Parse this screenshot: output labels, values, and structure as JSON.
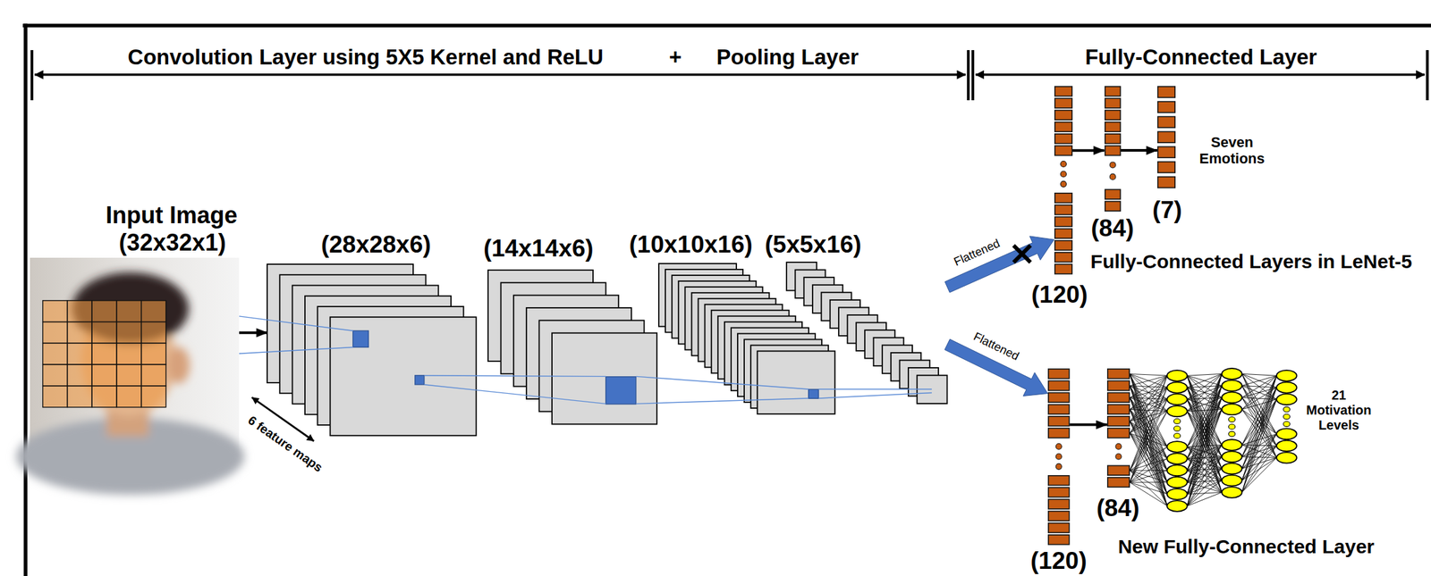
{
  "diagram": {
    "nodes": [
      {
        "text": [
          "Input Image",
          "(32x32x1)"
        ]
      },
      {
        "text": [
          "(28x28x6)"
        ]
      },
      {
        "text": [
          "(14x14x6)"
        ]
      },
      {
        "text": [
          "(10x10x16)"
        ]
      },
      {
        "text": [
          "(5x5x16)"
        ]
      },
      {
        "text": [
          "(120)"
        ]
      },
      {
        "text": [
          "(84)"
        ]
      },
      {
        "text": [
          "(7)",
          "Seven Emotions"
        ]
      },
      {
        "text": [
          "(120)"
        ]
      },
      {
        "text": [
          "(84)"
        ]
      },
      {
        "text": [
          "21 Motivation Levels"
        ]
      }
    ],
    "edges": [
      {
        "from": 0,
        "to": 1,
        "arrow": "to"
      },
      {
        "from": 4,
        "to": 5,
        "arrow": "to",
        "label": "Flattened"
      },
      {
        "from": 4,
        "to": 8,
        "arrow": "to",
        "label": "Flattened"
      },
      {
        "from": 5,
        "to": 6,
        "arrow": "to"
      },
      {
        "from": 6,
        "to": 7,
        "arrow": "to"
      },
      {
        "from": 8,
        "to": 9,
        "arrow": "to"
      },
      {
        "from": 9,
        "to": 10,
        "arrow": "none"
      }
    ],
    "labels": [
      "Convolution Layer using 5X5 Kernel and ReLU",
      "+",
      "Pooling Layer",
      "Fully-Connected Layer",
      "6 feature maps",
      "Fully-Connected Layers in LeNet-5",
      "New Fully-Connected Layer"
    ]
  }
}
